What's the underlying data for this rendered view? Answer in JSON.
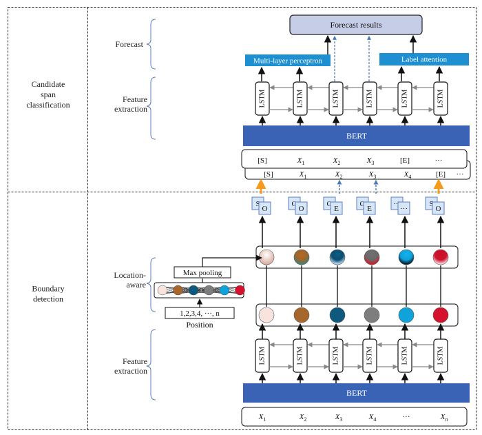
{
  "sections": {
    "top": "Candidate\nspan\nclassification",
    "bottom": "Boundary\ndetection"
  },
  "sublabels": {
    "forecast": "Forecast",
    "feature_top": "Feature\nextraction",
    "location": "Location-\naware",
    "feature_bottom": "Feature\nextraction"
  },
  "top": {
    "forecast_results": "Forecast results",
    "mlp": "Multi-layer perceptron",
    "label_attention": "Label attention",
    "bert": "BERT",
    "lstm": "LSTM",
    "tokens_front": [
      "[S]",
      "X1",
      "X2",
      "X3",
      "[E]",
      "···"
    ],
    "tokens_back": [
      "[S]",
      "X1",
      "X2",
      "X3",
      "X4",
      "[E]",
      "···"
    ]
  },
  "tags": [
    [
      "S",
      "O"
    ],
    [
      "O",
      "O"
    ],
    [
      "O",
      "E"
    ],
    [
      "O",
      "E"
    ],
    [
      "···",
      "···"
    ],
    [
      "S",
      "O"
    ]
  ],
  "bottom": {
    "max_pooling": "Max pooling",
    "position_seq": "1,2,3,4, ···, n",
    "position": "Position",
    "bert": "BERT",
    "lstm": "LSTM",
    "tokens": [
      "X1",
      "X2",
      "X3",
      "X4",
      "···",
      "Xn"
    ]
  },
  "colors": {
    "bert": "#3a62b5",
    "label_box": "#1e8fd0",
    "forecast_box": "#c6cde6",
    "arrow_orange": "#f59a1b",
    "arrow_blue": "#4a79b8",
    "tag_fill": "#d7e6f7",
    "circles": [
      "#f8e4dc",
      "#a8672a",
      "#0e5a7e",
      "#7e7e7e",
      "#0fa3dc",
      "#d6112c"
    ]
  }
}
